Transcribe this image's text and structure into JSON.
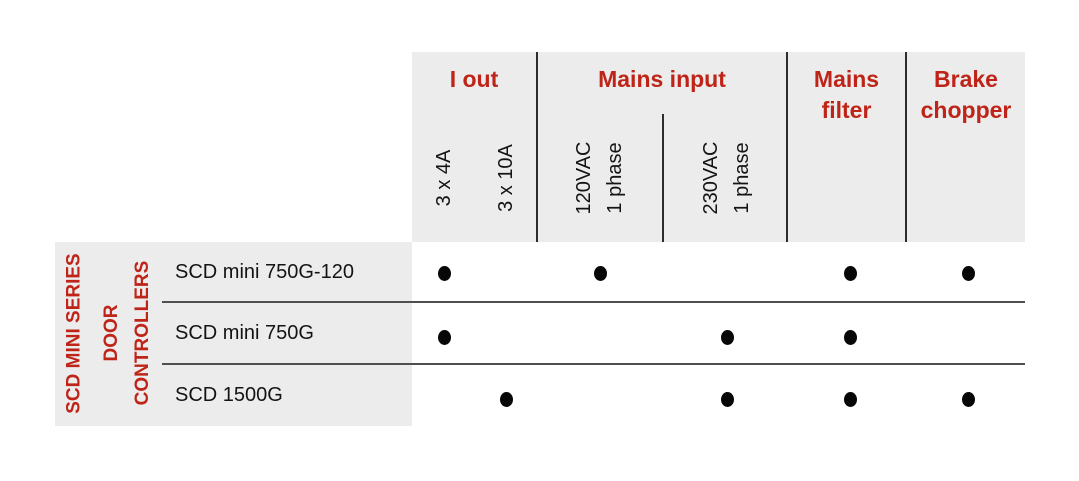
{
  "colors": {
    "accent_red": "#bf2418",
    "panel_gray": "#ececec",
    "text_black": "#141414",
    "vertical_line": "#2d2d2d",
    "horizontal_line": "#4f4f4f",
    "dot_black": "#070707",
    "background": "#ffffff"
  },
  "side_header": {
    "series": "SCD MINI SERIES",
    "category_lines": [
      "DOOR",
      "CONTROLLERS"
    ]
  },
  "column_groups": [
    {
      "label": "I out"
    },
    {
      "label": "Mains input"
    },
    {
      "label": "Mains filter"
    },
    {
      "label": "Brake chopper"
    }
  ],
  "subcolumns": [
    {
      "lines": [
        "3 x 4A"
      ]
    },
    {
      "lines": [
        "3 x 10A"
      ]
    },
    {
      "lines": [
        "120VAC",
        "1 phase"
      ]
    },
    {
      "lines": [
        "230VAC",
        "1 phase"
      ]
    }
  ],
  "mark_glyph": "●",
  "chart_data": {
    "type": "table",
    "title": "SCD MINI SERIES DOOR CONTROLLERS",
    "columns": [
      "I out: 3 x 4A",
      "I out: 3 x 10A",
      "Mains input: 120VAC 1 phase",
      "Mains input: 230VAC 1 phase",
      "Mains filter",
      "Brake chopper"
    ],
    "rows": [
      {
        "label": "SCD mini 750G-120",
        "marks": [
          true,
          false,
          true,
          false,
          true,
          true
        ]
      },
      {
        "label": "SCD mini 750G",
        "marks": [
          true,
          false,
          false,
          true,
          true,
          false
        ]
      },
      {
        "label": "SCD 1500G",
        "marks": [
          false,
          true,
          false,
          true,
          true,
          true
        ]
      }
    ]
  }
}
